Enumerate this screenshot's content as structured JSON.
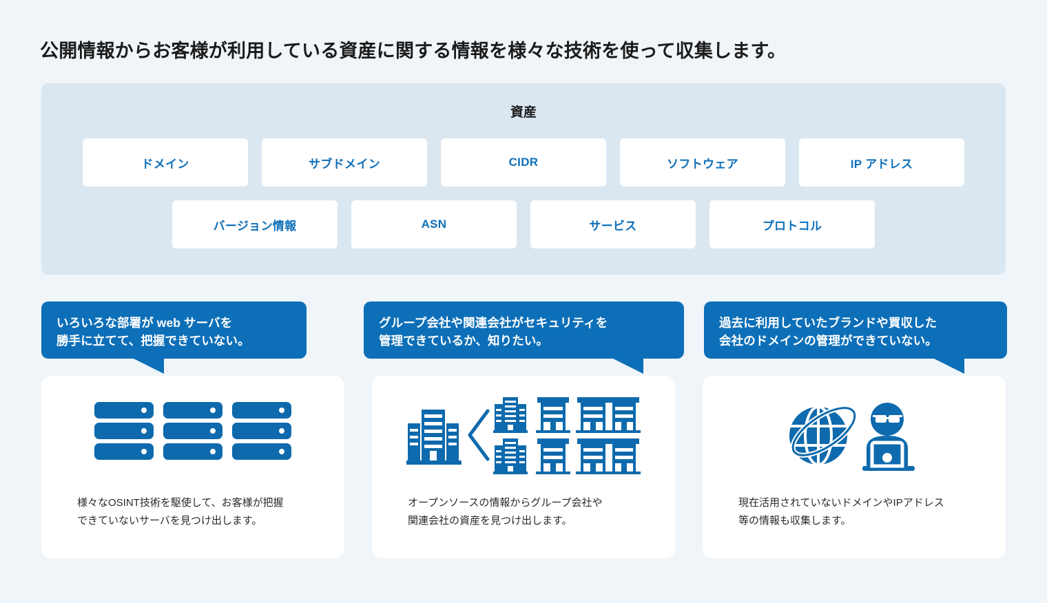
{
  "theme": {
    "page_background": "#f0f5fa",
    "accent_blue": "#0d6fb8",
    "panel_background": "#dae7f1",
    "chip_background": "#ffffff",
    "card_background": "#ffffff",
    "title_color": "#1b1b1b",
    "caption_color": "#2a2a2a"
  },
  "title": "公開情報からお客様が利用している資産に関する情報を様々な技術を使って収集します。",
  "assets": {
    "heading": "資産",
    "row1": [
      {
        "label": "ドメイン"
      },
      {
        "label": "サブドメイン"
      },
      {
        "label": "CIDR"
      },
      {
        "label": "ソフトウェア"
      },
      {
        "label": "IP アドレス"
      }
    ],
    "row2": [
      {
        "label": "バージョン情報"
      },
      {
        "label": "ASN"
      },
      {
        "label": "サービス"
      },
      {
        "label": "プロトコル"
      }
    ]
  },
  "columns": [
    {
      "bubble": {
        "line1": "いろいろな部署が web サーバを",
        "line2": "勝手に立てて、把握できていない。"
      },
      "icon": "server-racks-icon",
      "caption": {
        "line1": "様々なOSINT技術を駆使して、お客様が把握",
        "line2": "できていないサーバを見つけ出します。"
      }
    },
    {
      "bubble": {
        "line1": "グループ会社や関連会社がセキュリティを",
        "line2": "管理できているか、知りたい。"
      },
      "icon": "company-group-buildings-icon",
      "caption": {
        "line1": "オープンソースの情報からグループ会社や",
        "line2": "関連会社の資産を見つけ出します。"
      }
    },
    {
      "bubble": {
        "line1": "過去に利用していたブランドや買収した",
        "line2": "会社のドメインの管理ができていない。"
      },
      "icon": "globe-and-hacker-icon",
      "caption": {
        "line1": "現在活用されていないドメインやIPアドレス",
        "line2": "等の情報も収集します。"
      }
    }
  ]
}
